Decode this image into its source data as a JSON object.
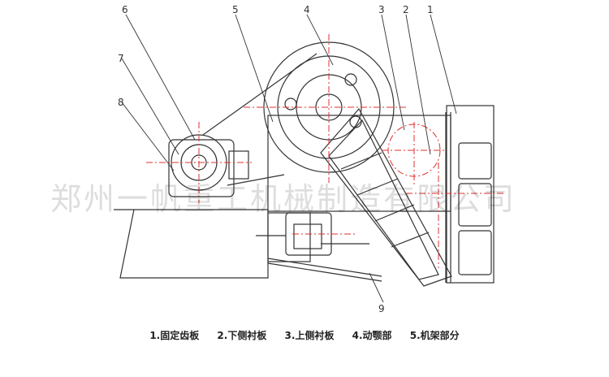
{
  "callouts": [
    "1",
    "2",
    "3",
    "4",
    "5",
    "6",
    "7",
    "8",
    "9"
  ],
  "legend": [
    "1.固定齿板",
    "2.下侧衬板",
    "3.上侧衬板",
    "4.动颚部",
    "5.机架部分"
  ],
  "watermark": "郑州一帆重工机械制造有限公司",
  "colors": {
    "line": "#333333",
    "center_line": "#e0312f"
  }
}
